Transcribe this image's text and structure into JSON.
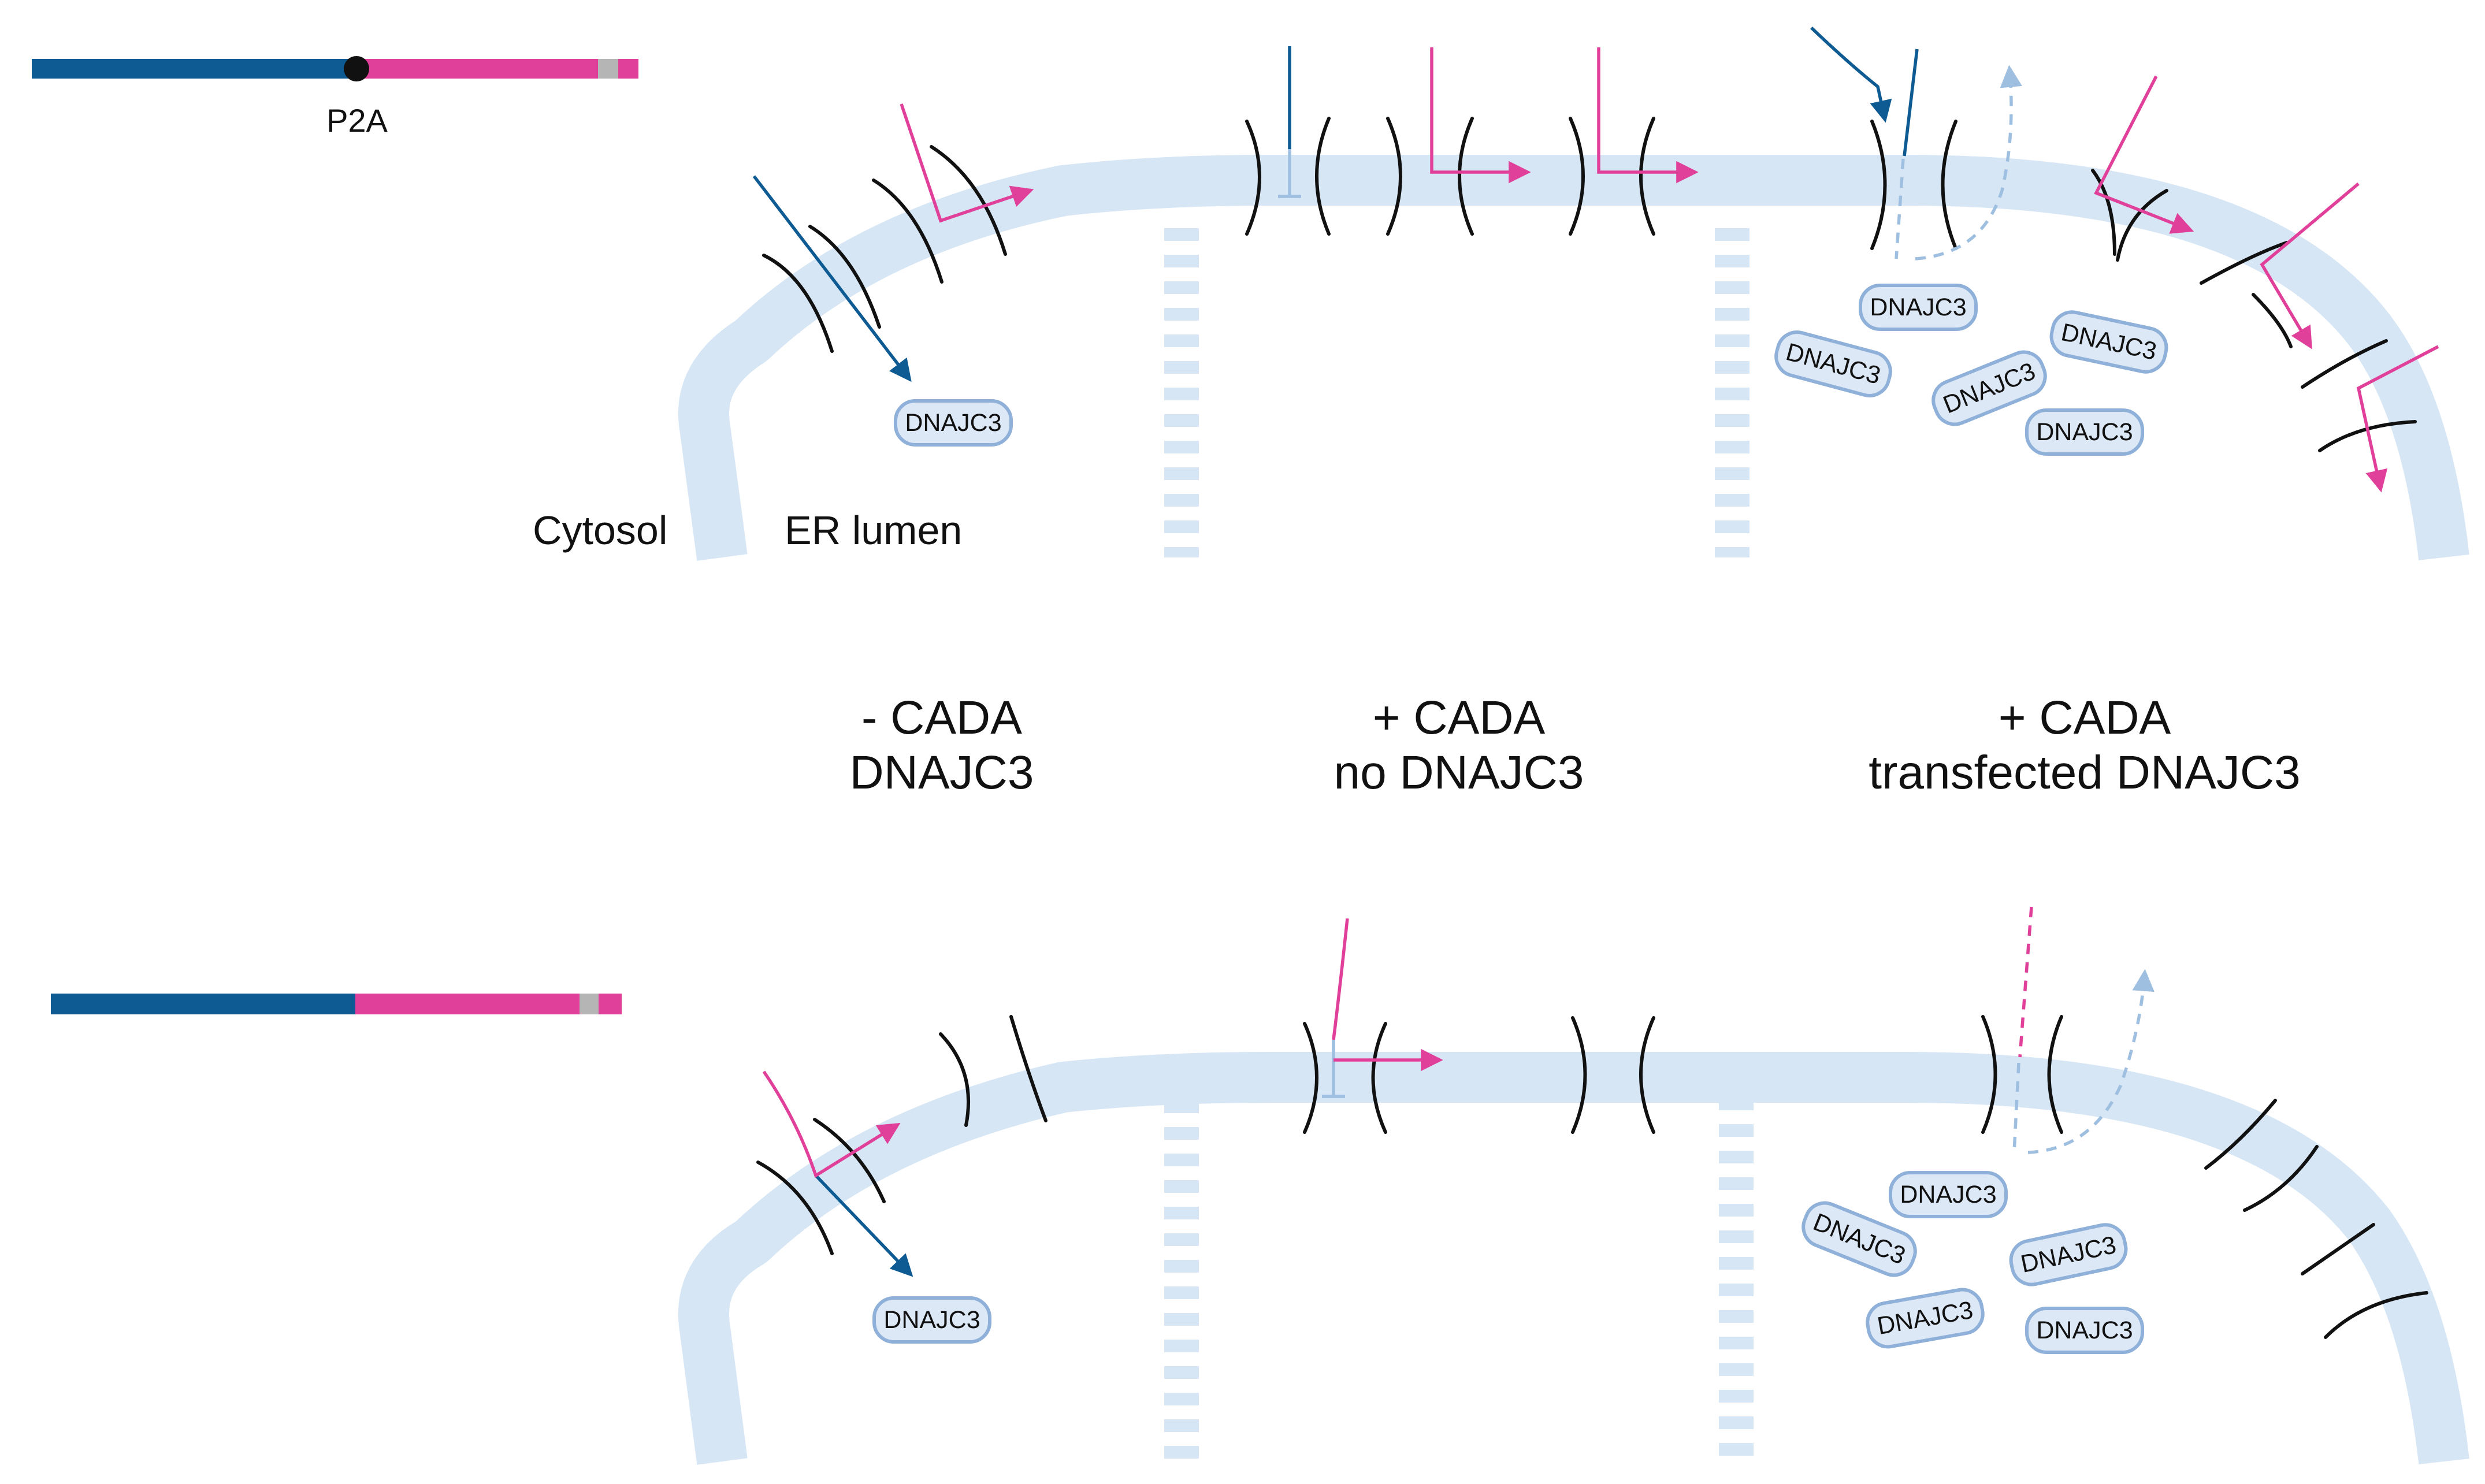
{
  "construct_top": {
    "linker_label": "P2A"
  },
  "conditions": [
    {
      "line1": "- CADA",
      "line2": "DNAJC3"
    },
    {
      "line1": "+ CADA",
      "line2": "no DNAJC3"
    },
    {
      "line1": "+ CADA",
      "line2": "transfected DNAJC3"
    }
  ],
  "compartments": {
    "cytosol": "Cytosol",
    "er_lumen": "ER lumen"
  },
  "protein_label": "DNAJC3",
  "colors": {
    "blue_segment": "#0e5a92",
    "pink_segment": "#e0409a",
    "grey_tag": "#b5b5b5",
    "membrane": "#d6e6f5",
    "pill_fill": "#dce8f6",
    "pill_border": "#8fb0d8",
    "translocon": "#111111"
  },
  "icons": [
    "translocon-channel",
    "signal-peptide-arrow",
    "inhibition-bar",
    "dnajc3-protein-pill",
    "membrane-dashed-divider"
  ]
}
